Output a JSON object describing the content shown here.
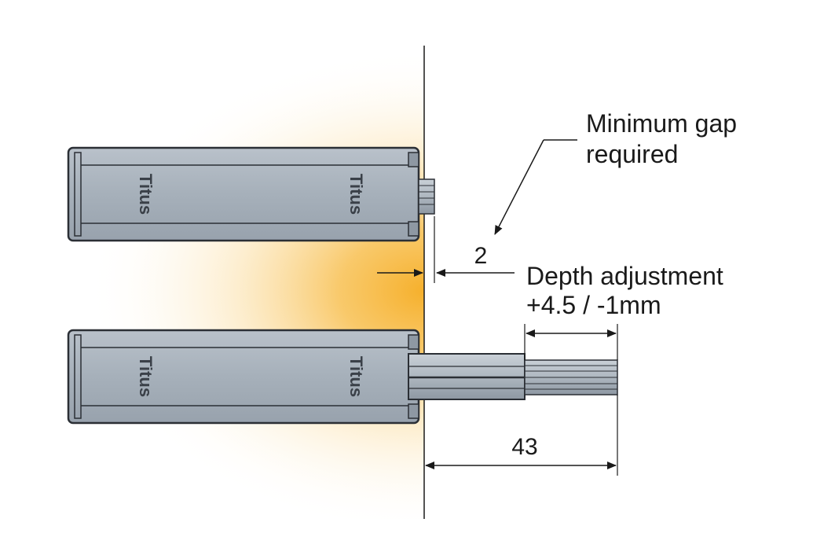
{
  "diagram": {
    "labels": {
      "min_gap_line1": "Minimum gap",
      "min_gap_line2": "required",
      "gap_value": "2",
      "depth_line1": "Depth adjustment",
      "depth_line2": "+4.5 / -1mm",
      "stroke_value": "43"
    },
    "brand": "Titus",
    "colors": {
      "housing_fill": "#a9b3bd",
      "housing_stroke": "#2b2f35",
      "glow": "#f7b733",
      "line": "#1a1a1a"
    }
  }
}
